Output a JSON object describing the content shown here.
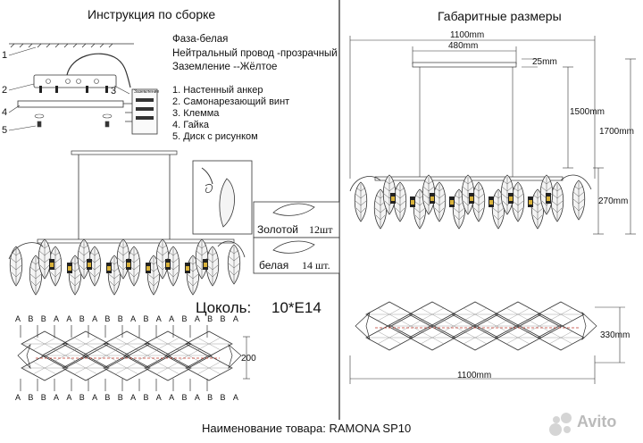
{
  "left": {
    "title": "Инструкция по сборке",
    "legend": [
      "Фаза-белая",
      "Нейтральный провод -прозрачный",
      "Заземление --Жёлтое"
    ],
    "steps": [
      "1. Настенный анкер",
      "2. Самонарезающий винт",
      "3. Клемма",
      "4. Гайка",
      "5. Диск с рисунком"
    ],
    "callouts": [
      "1",
      "2",
      "3",
      "4",
      "5"
    ],
    "terminal_label": "Заземление",
    "finish": {
      "gold_label": "Золотой",
      "gold_count": "12шт",
      "white_label": "белая",
      "white_count": "14 шт."
    },
    "socket_label": "Цоколь:",
    "socket_value": "10*E14",
    "plan_width": "200",
    "plan_marks_top": [
      "A",
      "B",
      "B",
      "A",
      "A",
      "B",
      "A",
      "B",
      "B",
      "A",
      "B",
      "A",
      "A",
      "B",
      "A",
      "B",
      "B",
      "A"
    ],
    "plan_marks_bottom": [
      "A",
      "B",
      "B",
      "A",
      "A",
      "B",
      "A",
      "B",
      "B",
      "A",
      "B",
      "A",
      "A",
      "B",
      "A",
      "B",
      "B",
      "A"
    ]
  },
  "right": {
    "title": "Габаритные размеры",
    "dims": {
      "total_width": "1100mm",
      "mount_width": "480mm",
      "canopy_height": "25mm",
      "cable": "1500mm",
      "total_height": "1700mm",
      "body_height": "270mm",
      "depth": "330mm",
      "bottom_width": "1100mm"
    }
  },
  "footer": {
    "product": "Наименование товара: RAMONA SP10",
    "watermark": "Avito"
  }
}
